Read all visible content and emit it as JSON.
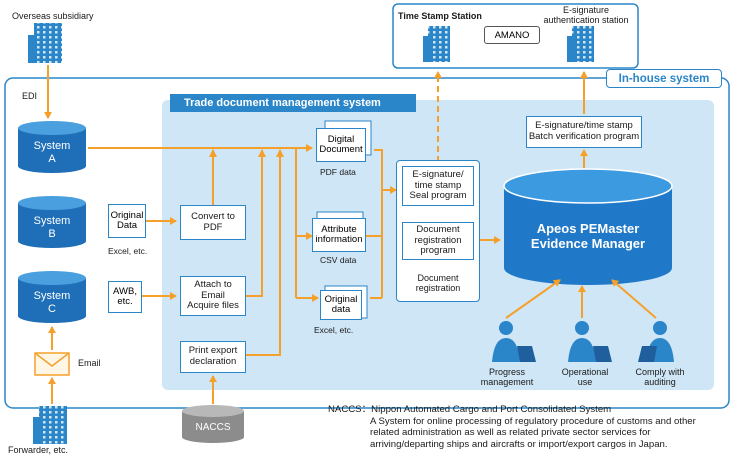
{
  "labels": {
    "overseas": "Overseas subsidiary",
    "edi": "EDI",
    "email": "Email",
    "forwarder": "Forwarder, etc.",
    "system_a": "System\nA",
    "system_b": "System\nB",
    "system_c": "System\nC",
    "original_data_b": "Original\nData",
    "excel_b": "Excel, etc.",
    "awb": "AWB,\netc.",
    "title": "Trade document management system",
    "inhouse": "In-house system",
    "convert": "Convert to\nPDF",
    "attach": "Attach to\nEmail\nAcquire files",
    "print": "Print export\ndeclaration",
    "naccs_cyl": "NACCS",
    "digital_doc": "Digital\nDocument",
    "pdf_data": "PDF data",
    "attr_info": "Attribute\ninformation",
    "csv_data": "CSV data",
    "original_data": "Original\ndata",
    "excel_c": "Excel, etc.",
    "esig_seal": "E-signature/\ntime stamp\nSeal program",
    "doc_reg_prog": "Document\nregistration\nprogram",
    "doc_reg": "Document\nregistration",
    "apeos": "Apeos PEMaster\nEvidence Manager",
    "batch": "E-signature/time stamp\nBatch verification program",
    "tss": "Time Stamp Station",
    "amano": "AMANO",
    "esig_auth": "E-signature\nauthentication station",
    "progress": "Progress\nmanagement",
    "operational": "Operational\nuse",
    "comply": "Comply with\nauditing"
  },
  "note": {
    "head": "NACCS：Nippon Automated Cargo and Port Consolidated System",
    "lines": [
      "A System for online processing of regulatory procedure of customs and other",
      "related administration as well as related private sector services for",
      "arriving/departing ships and aircrafts or import/export cargos in Japan."
    ]
  },
  "colors": {
    "blue": "#2a86c8",
    "light_blue": "#cfe6f6",
    "orange": "#f5a02a",
    "dark_blue": "#1f5f9e"
  },
  "icons": [
    "building-icon",
    "envelope-icon",
    "person-at-laptop-icon",
    "database-cylinder-icon",
    "document-icon"
  ]
}
